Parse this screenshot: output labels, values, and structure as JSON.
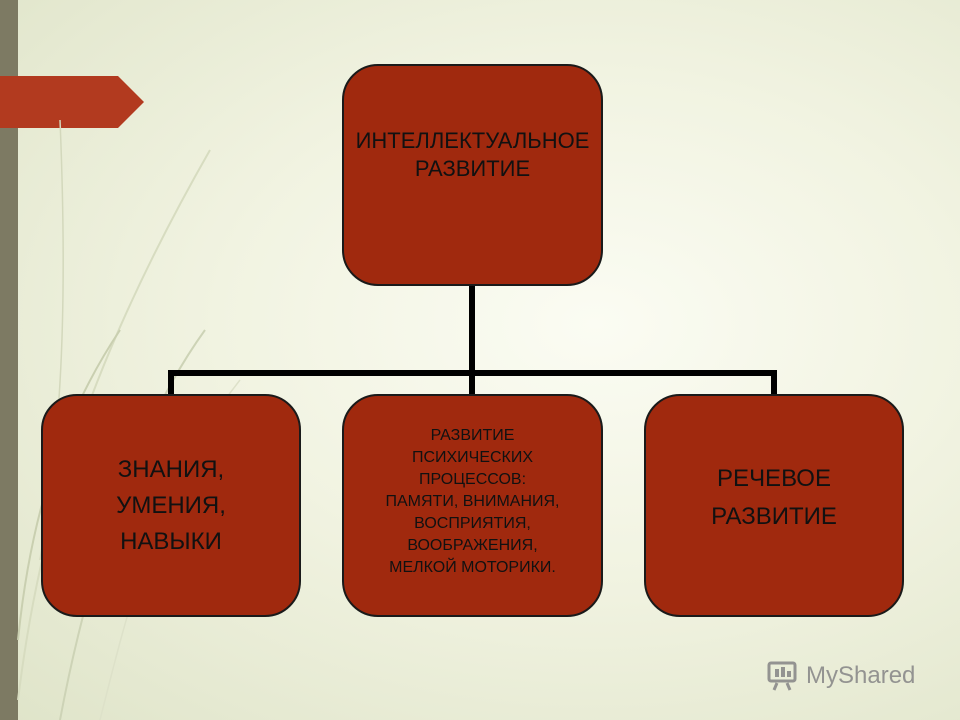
{
  "diagram": {
    "top_box": {
      "text": "ИНТЕЛЛЕКТУАЛЬНОЕ\nРАЗВИТИЕ"
    },
    "children": [
      {
        "text": "ЗНАНИЯ,\nУМЕНИЯ,\nНАВЫКИ"
      },
      {
        "text": "РАЗВИТИЕ\nПСИХИЧЕСКИХ\nПРОЦЕССОВ:\nПАМЯТИ, ВНИМАНИЯ,\nВОСПРИЯТИЯ,\nВООБРАЖЕНИЯ,\nМЕЛКОЙ МОТОРИКИ."
      },
      {
        "text": "РЕЧЕВОЕ\nРАЗВИТИЕ"
      }
    ]
  },
  "watermark": {
    "text": "MyShared",
    "icon": "myshared-logo-icon"
  },
  "colors": {
    "box_fill": "#a0290e",
    "accent_tab": "#b23a1f",
    "left_bar": "#7d7a63",
    "connector": "#000000"
  }
}
